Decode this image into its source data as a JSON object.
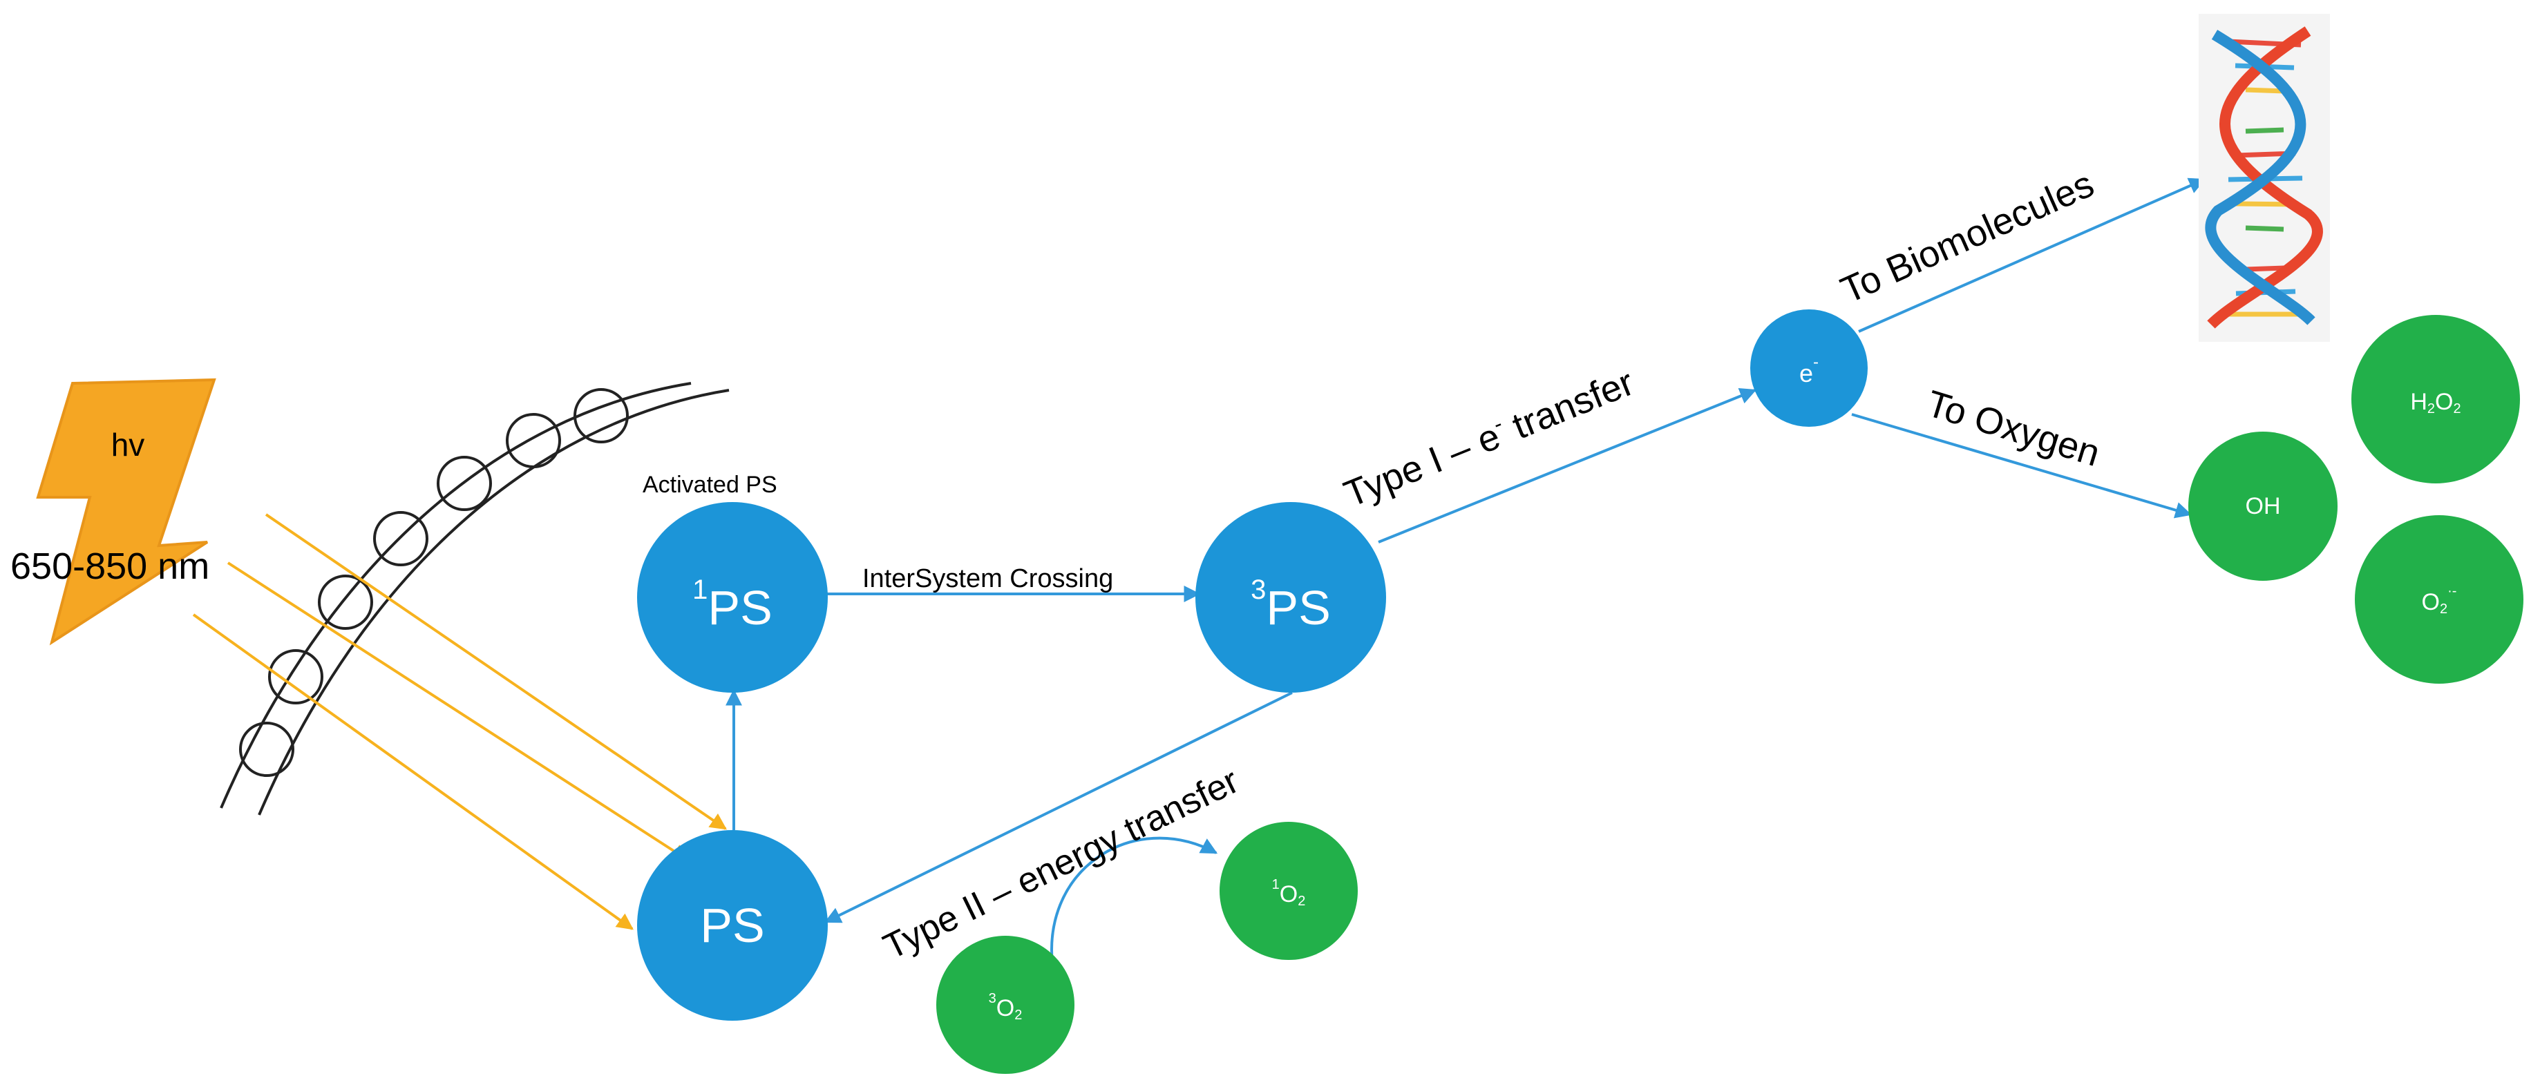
{
  "light": {
    "symbol": "hv",
    "wavelength": "650-850 nm",
    "icon": "lightning-bolt-icon"
  },
  "nodes": {
    "ps": "PS",
    "singlet_ps": {
      "sup": "1",
      "base": "PS"
    },
    "triplet_ps": {
      "sup": "3",
      "base": "PS"
    },
    "electron": {
      "base": "e",
      "sup": "-"
    },
    "singlet_oxygen": {
      "sup": "1",
      "base": "O",
      "sub": "2"
    },
    "triplet_oxygen": {
      "sup": "3",
      "base": "O",
      "sub": "2"
    },
    "hydrogen_peroxide": {
      "p1": "H",
      "s1": "2",
      "p2": "O",
      "s2": "2"
    },
    "hydroxyl": "OH",
    "superoxide": {
      "base": "O",
      "sub": "2",
      "sup": "·-"
    }
  },
  "labels": {
    "activated": "Activated PS",
    "isc": "InterSystem Crossing",
    "type1": {
      "part1": "Type I – e",
      "sup": "-",
      "part2": " transfer"
    },
    "type2": "Type II – energy transfer",
    "to_biomolecules": "To Biomolecules",
    "to_oxygen": "To Oxygen"
  },
  "colors": {
    "ps_blue": "#1c95d8",
    "ros_green": "#22b04a",
    "arrow_blue": "#3399db",
    "light_yellow": "#f7b21e",
    "bolt_orange": "#f5a623"
  },
  "icons": [
    "lightning-bolt-icon",
    "dna-helix-icon",
    "cell-membrane-icon"
  ]
}
